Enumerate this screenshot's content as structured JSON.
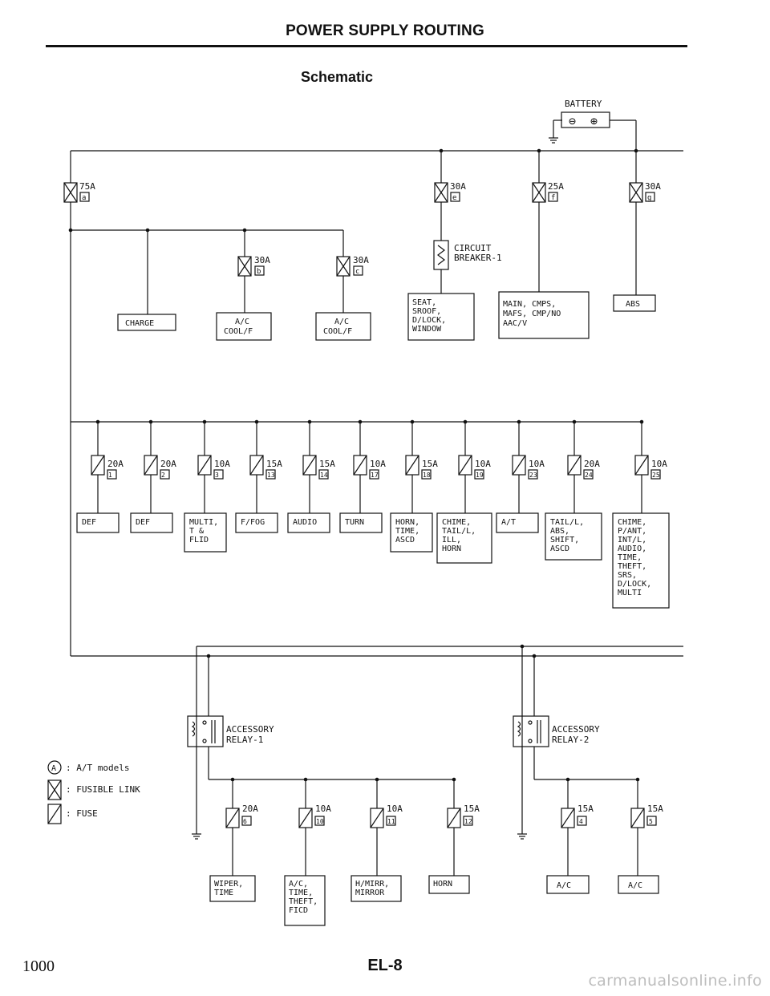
{
  "header": {
    "title": "POWER SUPPLY ROUTING",
    "subtitle": "Schematic"
  },
  "battery": {
    "label": "BATTERY",
    "neg": "⊖",
    "pos": "⊕"
  },
  "top_links": {
    "main": {
      "amp": "75A",
      "id": "a"
    },
    "l1": {
      "amp": "30A",
      "id": "e"
    },
    "l2": {
      "amp": "25A",
      "id": "f"
    },
    "l3": {
      "amp": "30A",
      "id": "g"
    }
  },
  "mid_links": {
    "b": {
      "amp": "30A",
      "id": "b"
    },
    "c": {
      "amp": "30A",
      "id": "c"
    }
  },
  "circuit_breaker": {
    "label1": "CIRCUIT",
    "label2": "BREAKER-1"
  },
  "loads_upper": {
    "charge": "CHARGE",
    "ac1": [
      "A/C",
      "COOL/F"
    ],
    "ac2": [
      "A/C",
      "COOL/F"
    ],
    "seat": [
      "SEAT,",
      "SROOF,",
      "D/LOCK,",
      "WINDOW"
    ],
    "main": [
      "MAIN, CMPS,",
      "MAFS, CMP/NO",
      "AAC/V"
    ],
    "abs": "ABS"
  },
  "row_fuses": [
    {
      "amp": "20A",
      "id": "1"
    },
    {
      "amp": "20A",
      "id": "2"
    },
    {
      "amp": "10A",
      "id": "3"
    },
    {
      "amp": "15A",
      "id": "13"
    },
    {
      "amp": "15A",
      "id": "14"
    },
    {
      "amp": "10A",
      "id": "17"
    },
    {
      "amp": "15A",
      "id": "18"
    },
    {
      "amp": "10A",
      "id": "19"
    },
    {
      "amp": "10A",
      "id": "23"
    },
    {
      "amp": "20A",
      "id": "24"
    },
    {
      "amp": "10A",
      "id": "25"
    }
  ],
  "row_loads": [
    [
      "DEF"
    ],
    [
      "DEF"
    ],
    [
      "MULTI,",
      "T &",
      "FLID"
    ],
    [
      "F/FOG"
    ],
    [
      "AUDIO"
    ],
    [
      "TURN"
    ],
    [
      "HORN,",
      "TIME,",
      "ASCD"
    ],
    [
      "CHIME,",
      "TAIL/L,",
      "ILL,",
      "HORN"
    ],
    [
      "A/T"
    ],
    [
      "TAIL/L,",
      "ABS,",
      "SHIFT,",
      "ASCD"
    ],
    [
      "CHIME,",
      "P/ANT,",
      "INT/L,",
      "AUDIO,",
      "TIME,",
      "THEFT,",
      "SRS,",
      "D/LOCK,",
      "MULTI"
    ]
  ],
  "relays": {
    "r1": [
      "ACCESSORY",
      "RELAY-1"
    ],
    "r2": [
      "ACCESSORY",
      "RELAY-2"
    ]
  },
  "legend": [
    {
      "symbol": "A",
      "text": ": A/T models"
    },
    {
      "symbol": "fusible-link",
      "text": ": FUSIBLE LINK"
    },
    {
      "symbol": "fuse",
      "text": ": FUSE"
    }
  ],
  "relay1_fuses": [
    {
      "amp": "20A",
      "id": "6"
    },
    {
      "amp": "10A",
      "id": "10"
    },
    {
      "amp": "10A",
      "id": "11"
    },
    {
      "amp": "15A",
      "id": "12"
    }
  ],
  "relay1_loads": [
    [
      "WIPER,",
      "TIME"
    ],
    [
      "A/C,",
      "TIME,",
      "THEFT,",
      "FICD"
    ],
    [
      "H/MIRR,",
      "MIRROR"
    ],
    [
      "HORN"
    ]
  ],
  "relay2_fuses": [
    {
      "amp": "15A",
      "id": "4"
    },
    {
      "amp": "15A",
      "id": "5"
    }
  ],
  "relay2_loads": [
    [
      "A/C"
    ],
    [
      "A/C"
    ]
  ],
  "footer": {
    "page": "EL-8",
    "number": "1000",
    "watermark": "carmanualsonline.info"
  }
}
